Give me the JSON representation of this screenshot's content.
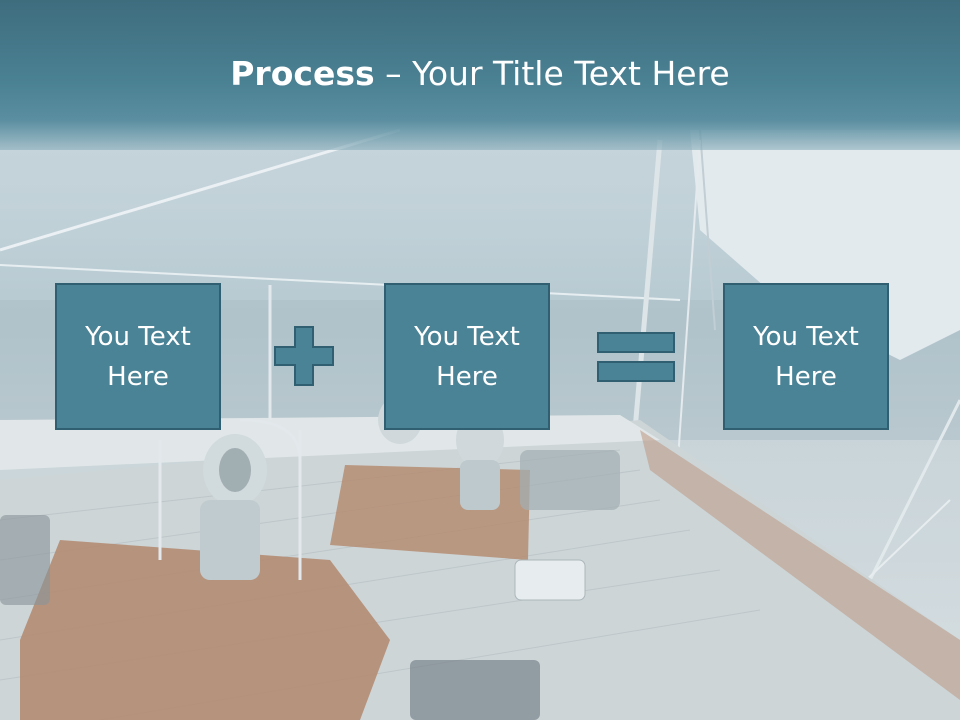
{
  "slide": {
    "title_bold": "Process",
    "title_rest": " – Your Title Text Here"
  },
  "boxes": [
    {
      "line1": "You Text",
      "line2": "Here"
    },
    {
      "line1": "You Text",
      "line2": "Here"
    },
    {
      "line1": "You Text",
      "line2": "Here"
    }
  ],
  "operators": [
    "plus-icon",
    "equals-icon"
  ],
  "colors": {
    "title_band": "#4a8193",
    "box_fill": "#4b8396",
    "box_border": "#2f5f70",
    "text": "#ffffff"
  }
}
